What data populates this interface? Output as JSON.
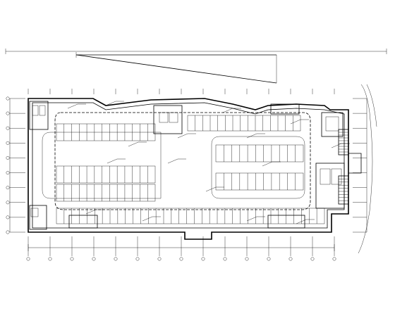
{
  "drawing": {
    "background": "#ffffff",
    "line_color": "#000000",
    "note_labels": [
      "",
      "",
      "",
      "",
      ""
    ]
  },
  "grid": {
    "columns": 14,
    "rows": 9
  },
  "parking": {
    "rows": 6,
    "stalls_per_block": 9
  }
}
